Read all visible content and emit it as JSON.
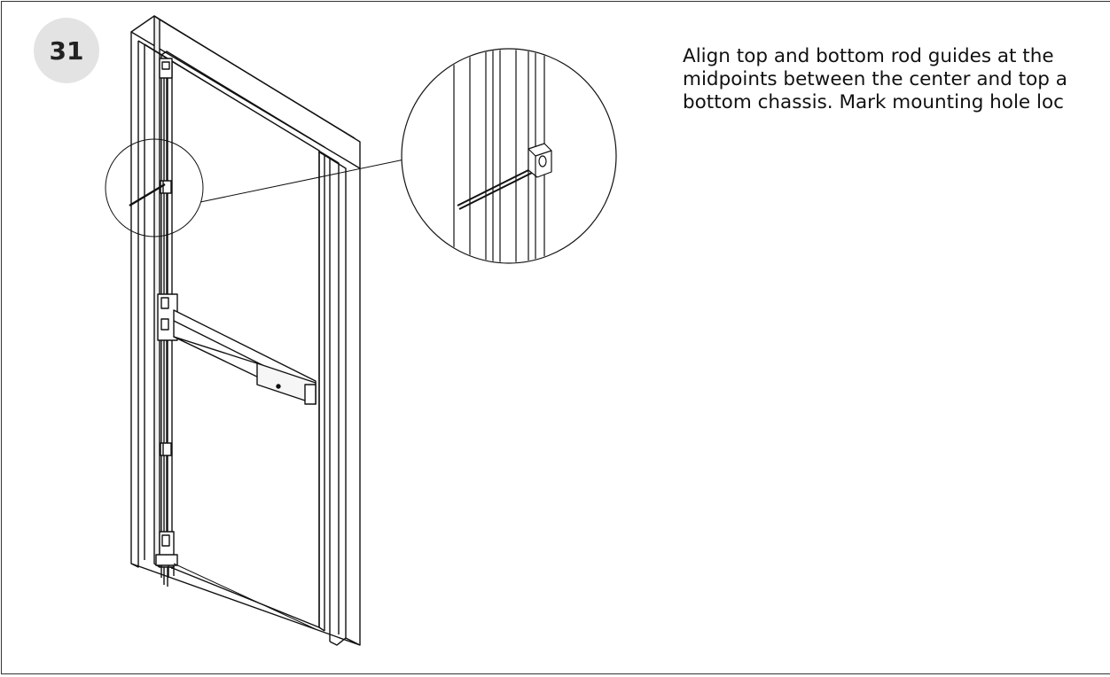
{
  "step": {
    "number": "31"
  },
  "instructions": {
    "lines": [
      "Align top and bottom rod guides at the",
      "midpoints between the center and top a",
      "bottom chassis. Mark mounting hole loc"
    ]
  },
  "illustration": {
    "subject": "door-with-exit-device",
    "detail": "rod-guide-closeup"
  }
}
